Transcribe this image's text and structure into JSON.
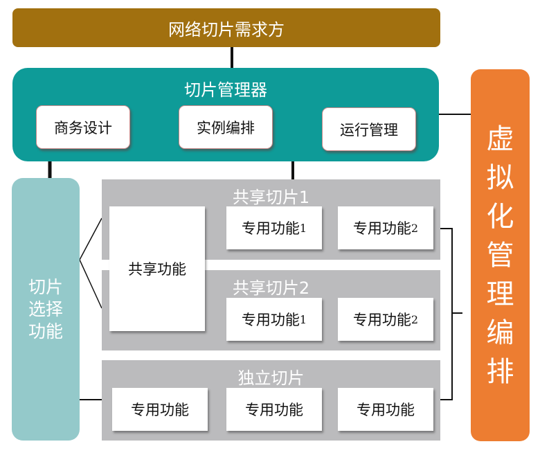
{
  "demand": "网络切片需求方",
  "manager": {
    "title": "切片管理器",
    "buttons": [
      "商务设计",
      "实例编排",
      "运行管理"
    ]
  },
  "orchestration": [
    "虚",
    "拟",
    "化",
    "管",
    "理",
    "编",
    "排"
  ],
  "selection": [
    "切片",
    "选择",
    "功能"
  ],
  "shared_function": "共享功能",
  "slices": [
    {
      "title": "共享切片1",
      "functions": [
        {
          "label": "专用功能",
          "num": "1"
        },
        {
          "label": "专用功能",
          "num": "2"
        }
      ]
    },
    {
      "title": "共享切片2",
      "functions": [
        {
          "label": "专用功能",
          "num": "1"
        },
        {
          "label": "专用功能",
          "num": "2"
        }
      ]
    },
    {
      "title": "独立切片",
      "functions": [
        {
          "label": "专用功能"
        },
        {
          "label": "专用功能"
        },
        {
          "label": "专用功能"
        }
      ]
    }
  ],
  "colors": {
    "demand": "#a1700f",
    "manager": "#0e9b98",
    "orchestration": "#ed7d31",
    "selection": "#94c9ca",
    "panel": "#bbbbbd"
  }
}
